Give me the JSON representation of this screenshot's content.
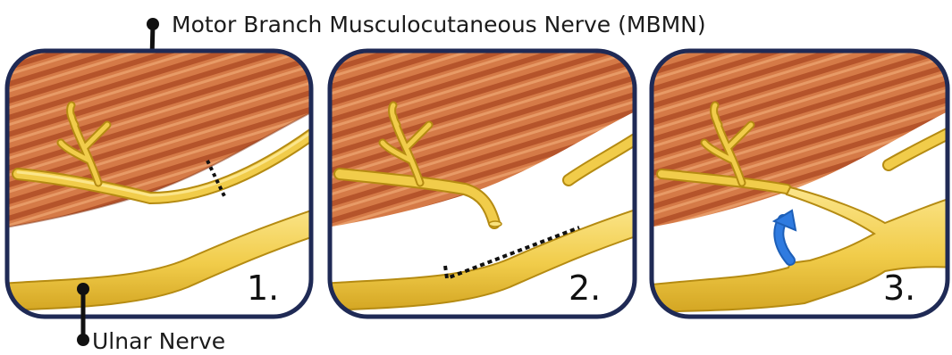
{
  "labels": {
    "top_callout": "Motor Branch Musculocutaneous Nerve (MBMN)",
    "bottom_callout": "Ulnar Nerve"
  },
  "panels": [
    {
      "step": "1."
    },
    {
      "step": "2."
    },
    {
      "step": "3."
    }
  ],
  "colors": {
    "muscle_dark": "#b5542b",
    "muscle_light": "#e3945e",
    "nerve_fill": "#f1cc4a",
    "nerve_highlight": "#f9e27e",
    "nerve_outline": "#b58b12",
    "panel_border": "#1f2a55",
    "arrow": "#2f7be0",
    "cut_line": "#111111"
  },
  "icons": {
    "leader_dot": "filled-circle",
    "direction_arrow": "curved-arrow-up"
  }
}
